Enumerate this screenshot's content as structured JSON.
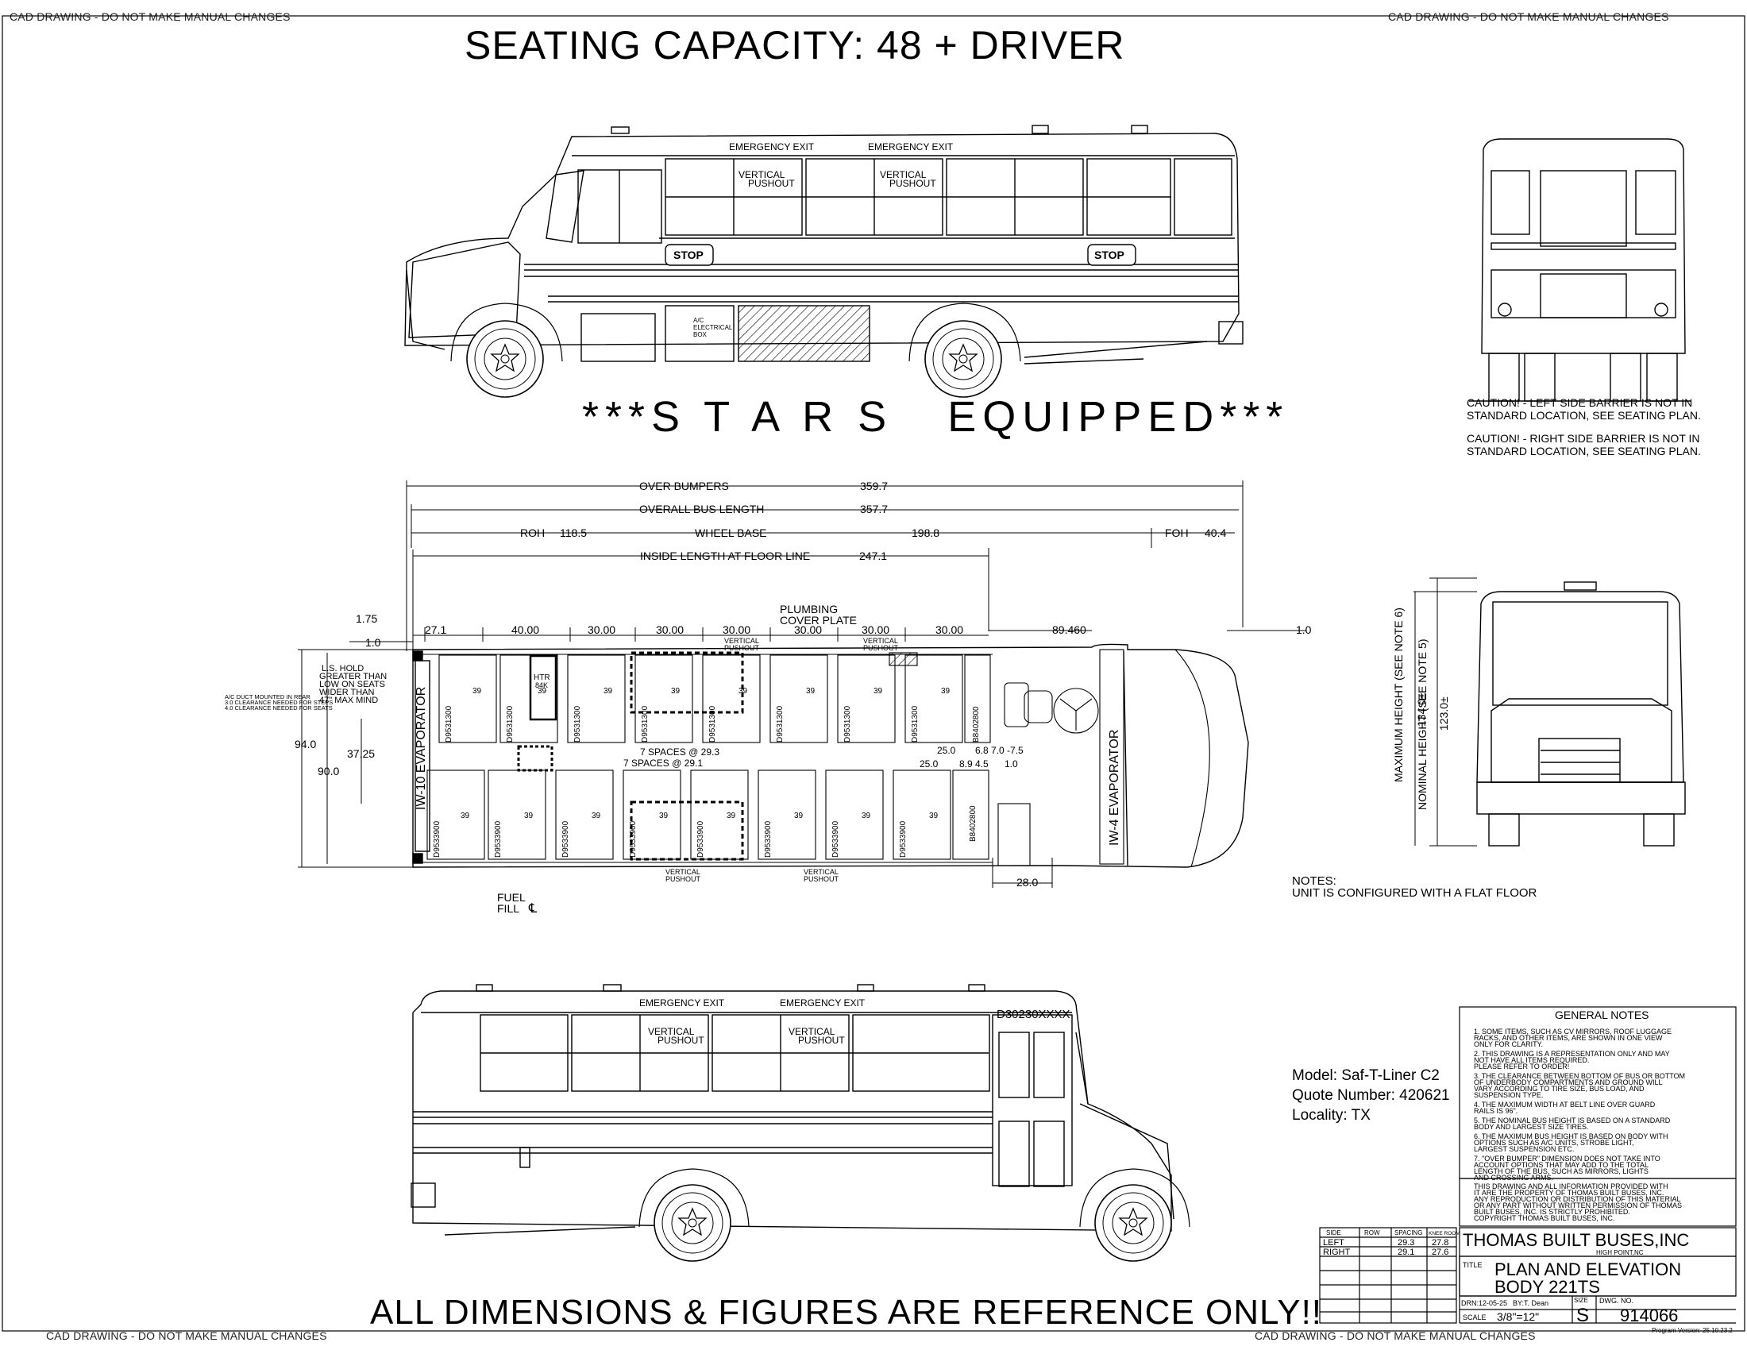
{
  "header": {
    "cad_warning": "CAD DRAWING - DO NOT MAKE MANUAL CHANGES",
    "seating_title": "SEATING CAPACITY: 48 + DRIVER",
    "stars_banner": "***S T A R S   EQUIPPED***",
    "footer_banner": "ALL DIMENSIONS & FIGURES ARE REFERENCE ONLY!!"
  },
  "side_view": {
    "emergency_exit": "EMERGENCY EXIT",
    "vertical": "VERTICAL",
    "pushout": "PUSHOUT",
    "stop_sign": "STOP",
    "ac_box": [
      "A/C",
      "ELECTRICAL",
      "BOX"
    ],
    "body_code": "D30230XXXX"
  },
  "dimensions": {
    "over_bumpers_label": "OVER BUMPERS",
    "over_bumpers_value": "359.7",
    "overall_length_label": "OVERALL BUS LENGTH",
    "overall_length_value": "357.7",
    "roh_label": "ROH",
    "roh_value": "118.5",
    "wheel_base_label": "WHEEL BASE",
    "wheel_base_value": "198.8",
    "foh_label": "FOH",
    "foh_value": "40.4",
    "inside_length_label": "INSIDE LENGTH AT FLOOR LINE",
    "inside_length_value": "247.1",
    "d_1_75": "1.75",
    "d_1_0": "1.0",
    "d_27_1": "27.1",
    "d_40_00": "40.00",
    "d_30_00": "30.00",
    "plumbing": [
      "PLUMBING",
      "COVER PLATE"
    ],
    "d_89_460": "89.460",
    "d_right_1_0": "1.0",
    "d_94_0": "94.0",
    "d_90_0": "90.0",
    "d_37_25": "37.25",
    "spaces_top": "7 SPACES @ 29.3",
    "spaces_bottom": "7 SPACES @ 29.1",
    "d_25_0": "25.0",
    "d_top_right": "6.8 7.0  -7.5",
    "d_bottom_right": "8.9 4.5",
    "d_1_0_b": "1.0",
    "d_28_0": "28.0",
    "hold_notes": [
      "L.S. HOLD",
      "GREATER THAN",
      "LOW ON SEATS",
      "WIDER THAN",
      "47\" MAX MIND"
    ],
    "clearance_notes": [
      "A/C DUCT MOUNTED IN REAR",
      "3.0 CLEARANCE NEEDED FOR STEPS",
      "4.0 CLEARANCE NEEDED FOR SEATS"
    ],
    "evaporator_rear": "IW-10 EVAPORATOR",
    "evaporator_front": "IW-4 EVAPORATOR",
    "heater": [
      "HTR",
      "84K"
    ],
    "seat_code_top": "D9531300",
    "seat_code_bottom": "D9533900",
    "seat_code_front": "B8402800",
    "seat_num": "39",
    "fuel_fill": [
      "FUEL",
      "FILL"
    ],
    "centerline": "℄",
    "pushout_bottom": [
      "VERTICAL",
      "PUSHOUT"
    ]
  },
  "notes": {
    "title": "NOTES:",
    "line": "UNIT IS CONFIGURED WITH A FLAT FLOOR"
  },
  "rear_view": {
    "caution_left": [
      "CAUTION! - LEFT SIDE BARRIER IS NOT IN",
      "STANDARD LOCATION, SEE SEATING PLAN."
    ],
    "caution_right": [
      "CAUTION! - RIGHT SIDE BARRIER IS NOT IN",
      "STANDARD LOCATION, SEE SEATING PLAN."
    ]
  },
  "front_view": {
    "max_height_value": "134.0±",
    "max_height_label": "MAXIMUM HEIGHT (SEE NOTE 6)",
    "nom_height_value": "123.0±",
    "nom_height_label": "NOMINAL HEIGHT (SEE NOTE 5)"
  },
  "model_info": {
    "model": "Model: Saf-T-Liner C2",
    "quote": "Quote Number: 420621",
    "locality": "Locality: TX"
  },
  "general_notes": {
    "title": "GENERAL NOTES",
    "lines": [
      "1. SOME ITEMS, SUCH AS CV MIRRORS, ROOF LUGGAGE",
      "   RACKS, AND OTHER ITEMS, ARE SHOWN IN ONE VIEW",
      "   ONLY FOR CLARITY.",
      "2. THIS DRAWING IS A REPRESENTATION ONLY AND MAY",
      "   NOT HAVE ALL ITEMS REQUIRED.",
      "   PLEASE REFER TO ORDER!",
      "3. THE CLEARANCE BETWEEN BOTTOM OF BUS OR BOTTOM",
      "   OF UNDERBODY COMPARTMENTS AND GROUND WILL",
      "   VARY ACCORDING TO TIRE SIZE, BUS LOAD, AND",
      "   SUSPENSION TYPE.",
      "4. THE MAXIMUM WIDTH AT BELT LINE OVER GUARD",
      "   RAILS IS 96\".",
      "5. THE NOMINAL BUS HEIGHT IS BASED ON A STANDARD",
      "   BODY AND LARGEST SIZE TIRES.",
      "6. THE MAXIMUM BUS HEIGHT IS BASED ON BODY WITH",
      "   OPTIONS SUCH AS A/C UNITS, STROBE LIGHT,",
      "   LARGEST SUSPENSION ETC.",
      "7. \"OVER BUMPER\" DIMENSION DOES NOT TAKE INTO",
      "   ACCOUNT OPTIONS THAT MAY ADD TO THE TOTAL",
      "   LENGTH OF THE BUS, SUCH AS MIRRORS, LIGHTS",
      "   AND CROSSING ARMS."
    ],
    "property": [
      "THIS DRAWING AND ALL INFORMATION PROVIDED WITH",
      "IT ARE THE PROPERTY OF THOMAS BUILT BUSES, INC.",
      "ANY REPRODUCTION OR DISTRIBUTION OF THIS MATERIAL",
      "OR ANY PART WITHOUT WRITTEN PERMISSION OF THOMAS",
      "BUILT BUSES, INC. IS  STRICTLY PROHIBITED.",
      "COPYRIGHT THOMAS BUILT BUSES, INC."
    ]
  },
  "spacing_table": {
    "headers": [
      "SIDE",
      "ROW",
      "SPACING",
      "KNEE ROOM"
    ],
    "rows": [
      [
        "LEFT",
        "",
        "29.3",
        "27.8"
      ],
      [
        "RIGHT",
        "",
        "29.1",
        "27.6"
      ]
    ]
  },
  "title_block": {
    "company": "THOMAS BUILT BUSES,INC",
    "location": "HIGH POINT,NC",
    "title_label": "TITLE",
    "title_line1": "PLAN AND ELEVATION",
    "title_line2": "BODY 221TS",
    "drn": "DRN:12-05-25",
    "by": "BY:T. Dean",
    "size_label": "SIZE",
    "size": "S",
    "dwg_label": "DWG. NO.",
    "dwg_no": "914066",
    "scale_label": "SCALE",
    "scale": "3/8\"=12\"",
    "program_version": "Program Version: 25.10.23.2"
  }
}
